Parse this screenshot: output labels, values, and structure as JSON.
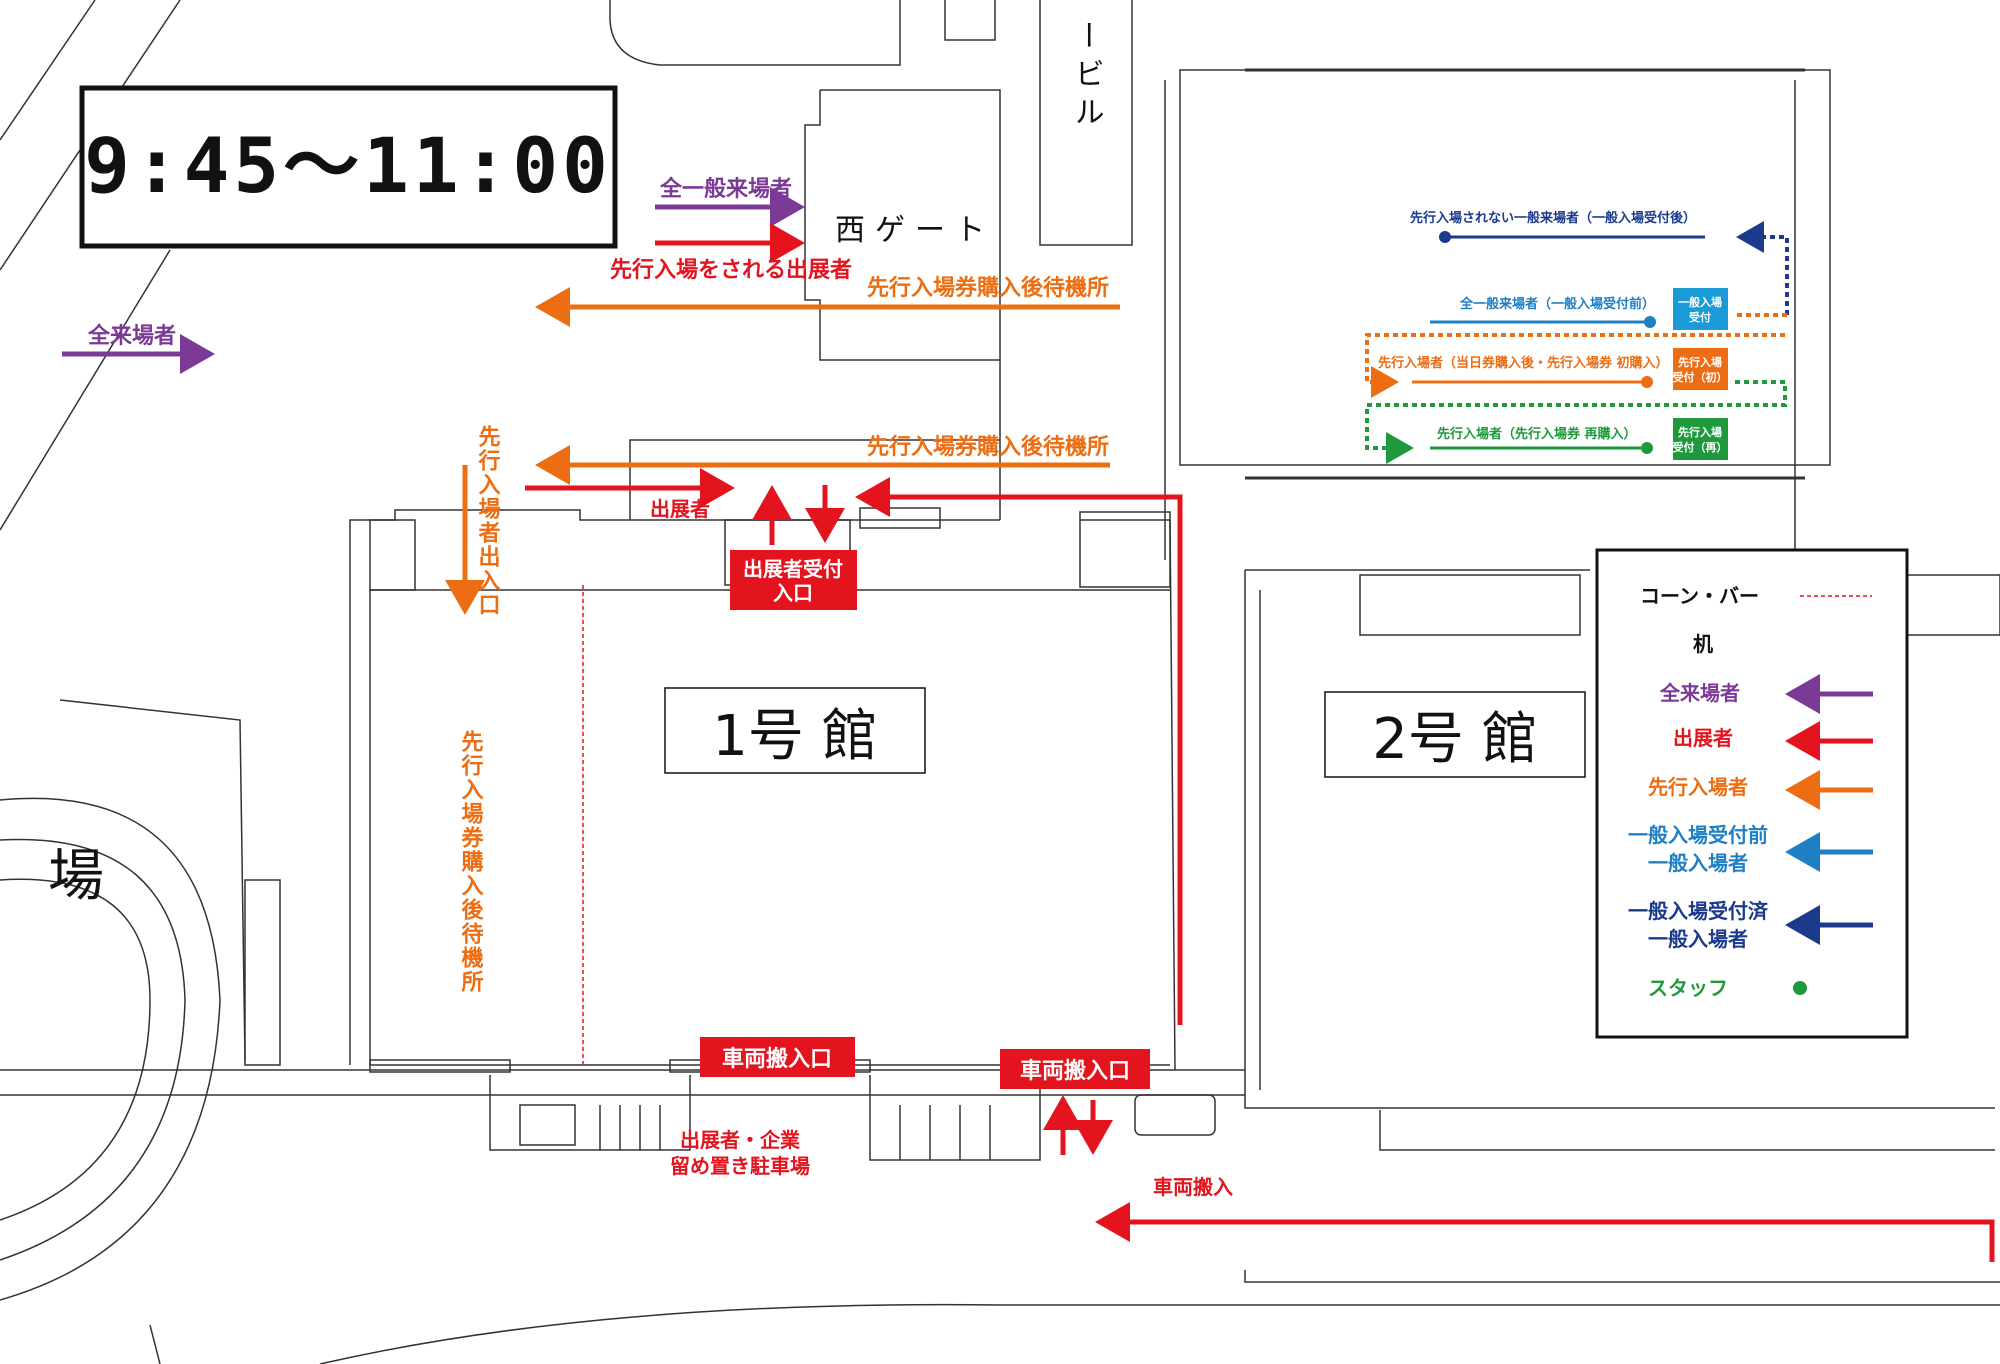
{
  "time_range": "9:45〜11:00",
  "labels": {
    "west_gate": "西ゲート",
    "building_top": "ービル",
    "stadium": "場",
    "hall1": "1号 館",
    "hall2": "2号 館",
    "all_general_visitors": "全一般来場者",
    "priority_exhibitors": "先行入場をされる出展者",
    "all_visitors": "全来場者",
    "waiting_area_top": "先行入場券購入後待機所",
    "waiting_area_mid": "先行入場券購入後待機所",
    "waiting_area_vertical": "先行入場券購入後待機所",
    "priority_exit": "先行入場者出入口",
    "exhibitor": "出展者",
    "exhibitor_reception": "出展者受付",
    "exhibitor_entrance": "入口",
    "vehicle_entrance_1": "車両搬入口",
    "vehicle_entrance_2": "車両搬入口",
    "vehicle_loading": "車両搬入",
    "parking_line1": "出展者・企業",
    "parking_line2": "留め置き駐車場"
  },
  "inset": {
    "row1": "先行入場されない一般来場者（一般入場受付後）",
    "row2": "全一般来場者（一般入場受付前）",
    "row3": "先行入場者（当日券購入後・先行入場券 初購入）",
    "row4": "先行入場者（先行入場券 再購入）",
    "badge_general_1": "一般入場",
    "badge_general_2": "受付",
    "badge_priority_first_1": "先行入場",
    "badge_priority_first_2": "受付（初）",
    "badge_priority_re_1": "先行入場",
    "badge_priority_re_2": "受付（再）"
  },
  "legend": {
    "cone_bar": "コーン・バー",
    "desk": "机",
    "all_visitors": "全来場者",
    "exhibitor": "出展者",
    "priority": "先行入場者",
    "before_line1": "一般入場受付前",
    "before_line2": "一般入場者",
    "after_line1": "一般入場受付済",
    "after_line2": "一般入場者",
    "staff": "スタッフ"
  },
  "colors": {
    "purple": "#7b3a96",
    "red": "#e3141e",
    "orange": "#ec6d12",
    "light_blue": "#1e7fc4",
    "navy": "#1c3a8c",
    "green": "#1e9a3c",
    "cyan_badge": "#1a9ad6"
  },
  "icons": {
    "arrow": "arrow-icon",
    "dot": "staff-dot-icon"
  }
}
